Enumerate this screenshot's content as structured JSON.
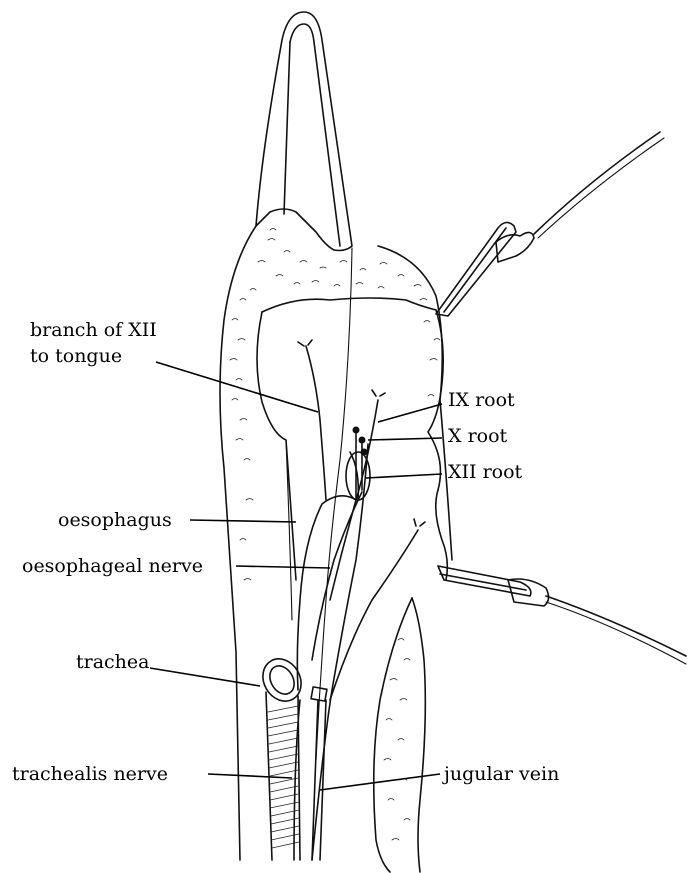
{
  "labels": {
    "branch_xii_line1": "branch of XII",
    "branch_xii_line2": "to tongue",
    "ix_root": "IX root",
    "x_root": "X root",
    "xii_root": "XII root",
    "oesophagus": "oesophagus",
    "oesophageal_nerve": "oesophageal nerve",
    "trachea": "trachea",
    "trachealis_nerve": "trachealis nerve",
    "jugular_vein": "jugular vein"
  }
}
